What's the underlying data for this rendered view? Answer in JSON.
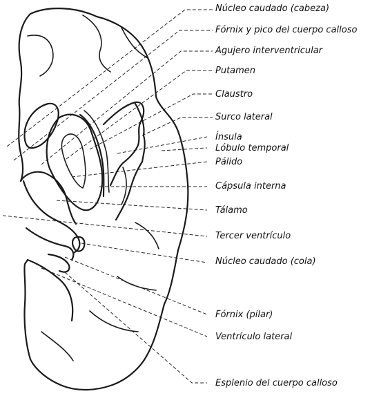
{
  "labels": [
    {
      "id": "nucleo-caudado-cabeza",
      "text": "Núcleo caudado (cabeza)"
    },
    {
      "id": "fornix-pico",
      "text": "Fórnix y pico del cuerpo calloso"
    },
    {
      "id": "agujero-interventricular",
      "text": "Agujero interventricular"
    },
    {
      "id": "putamen",
      "text": "Putamen"
    },
    {
      "id": "claustro",
      "text": "Claustro"
    },
    {
      "id": "surco-lateral",
      "text": "Surco lateral"
    },
    {
      "id": "insula",
      "text": "Ínsula"
    },
    {
      "id": "lobulo-temporal",
      "text": "Lóbulo temporal"
    },
    {
      "id": "palido",
      "text": "Pálido"
    },
    {
      "id": "capsula-interna",
      "text": "Cápsula interna"
    },
    {
      "id": "talamo",
      "text": "Tálamo"
    },
    {
      "id": "tercer-ventriculo",
      "text": "Tercer ventrículo"
    },
    {
      "id": "nucleo-caudado-cola",
      "text": "Núcleo caudado (cola)"
    },
    {
      "id": "fornix-pilar",
      "text": "Fórnix (pilar)"
    },
    {
      "id": "ventriculo-lateral",
      "text": "Ventrículo lateral"
    },
    {
      "id": "esplenio",
      "text": "Esplenio del cuerpo calloso"
    }
  ]
}
